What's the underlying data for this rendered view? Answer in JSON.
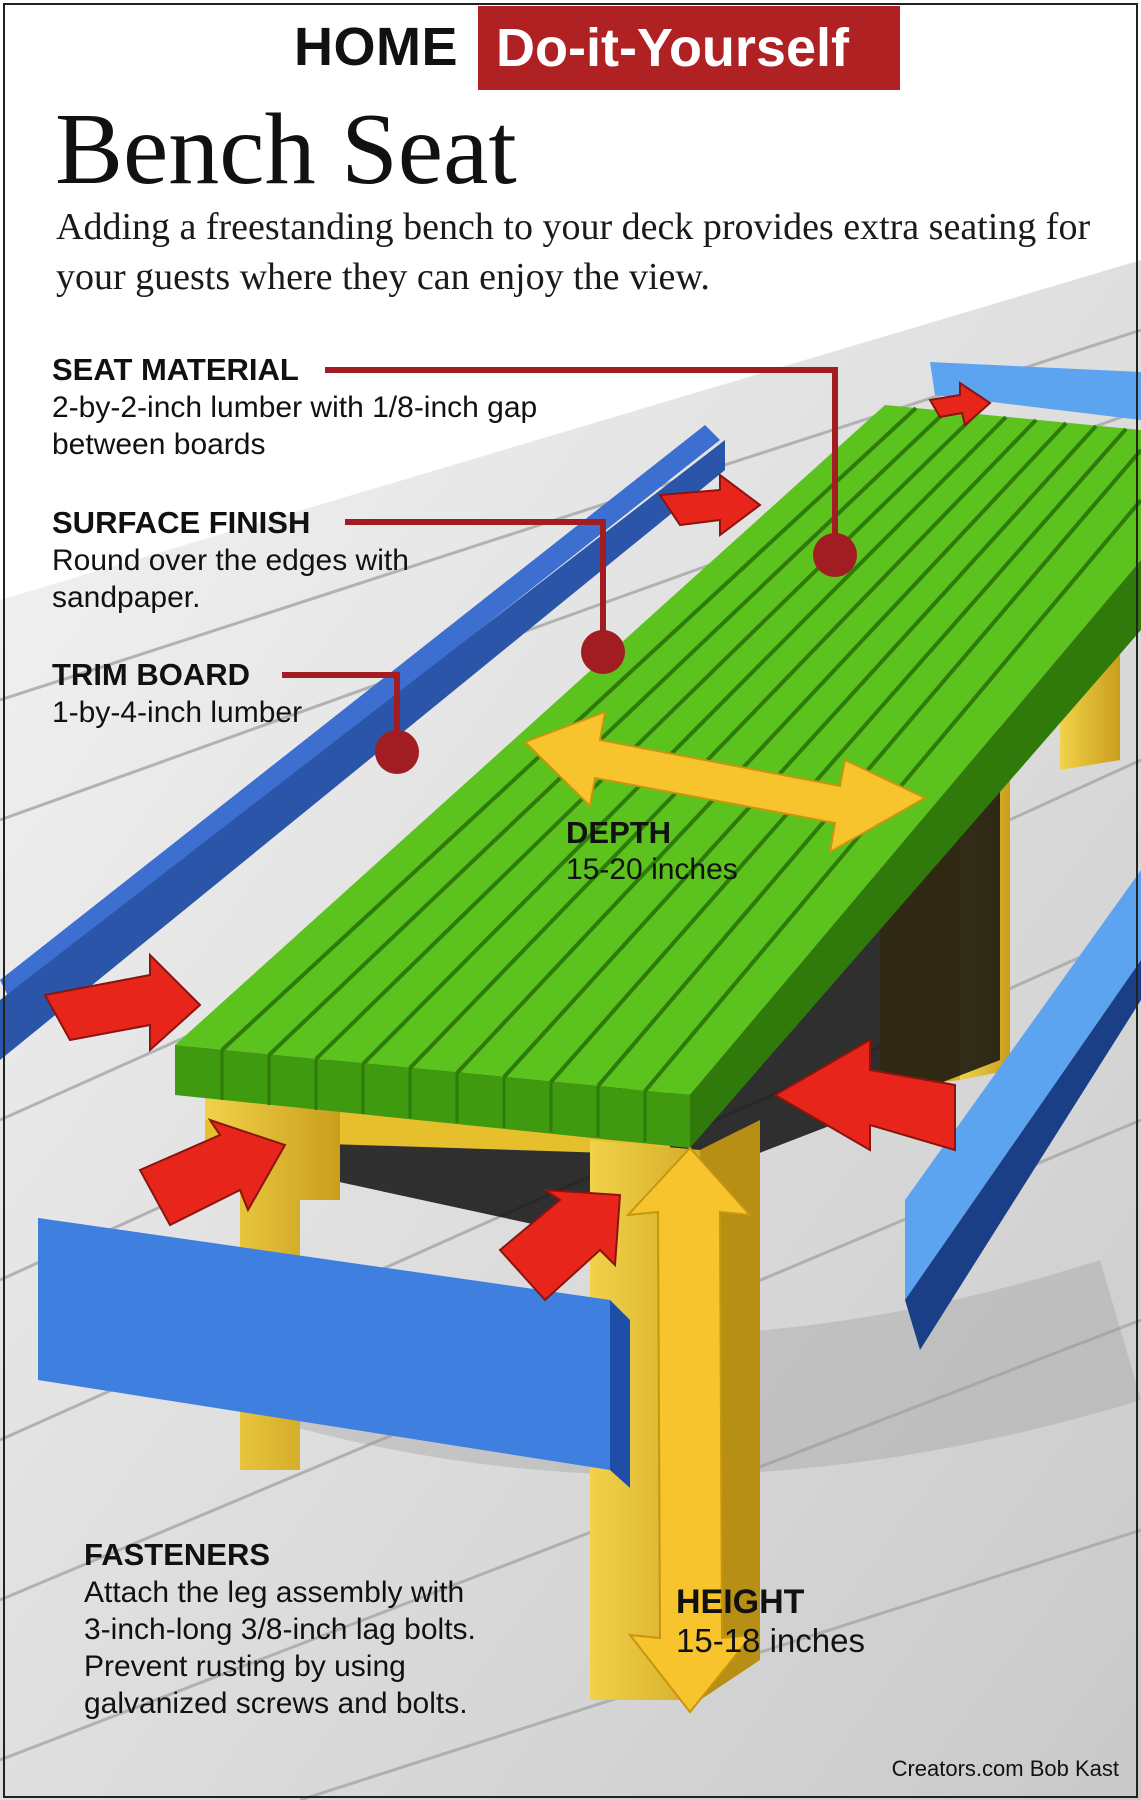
{
  "header": {
    "section": "HOME",
    "category": "Do-it-Yourself"
  },
  "title": "Bench Seat",
  "intro": "Adding a freestanding bench to your deck provides extra seating for your guests where they can enjoy the view.",
  "callouts": {
    "seat_material": {
      "heading": "SEAT MATERIAL",
      "lines": [
        "2-by-2-inch lumber with 1/8-inch gap",
        "between boards"
      ]
    },
    "surface_finish": {
      "heading": "SURFACE FINISH",
      "lines": [
        "Round over the edges with",
        "sandpaper."
      ]
    },
    "trim_board": {
      "heading": "TRIM BOARD",
      "lines": [
        "1-by-4-inch lumber"
      ]
    },
    "depth": {
      "heading": "DEPTH",
      "lines": [
        "15-20 inches"
      ]
    },
    "height": {
      "heading": "HEIGHT",
      "lines": [
        "15-18 inches"
      ]
    },
    "fasteners": {
      "heading": "FASTENERS",
      "lines": [
        "Attach the leg assembly with",
        "3-inch-long 3/8-inch lag bolts.",
        "Prevent rusting by using",
        "galvanized screws and bolts."
      ]
    }
  },
  "credit": "Creators.com Bob Kast",
  "colors": {
    "brand_red": "#b02124",
    "seat_green": "#5cc21e",
    "leg_yellow": "#e8c12e",
    "trim_blue": "#3f7fe0",
    "arrow_red": "#e8251a",
    "dimension_yellow": "#f7c42d",
    "leader_red": "#a21d22",
    "deck_gray": "#dcdcdc"
  }
}
